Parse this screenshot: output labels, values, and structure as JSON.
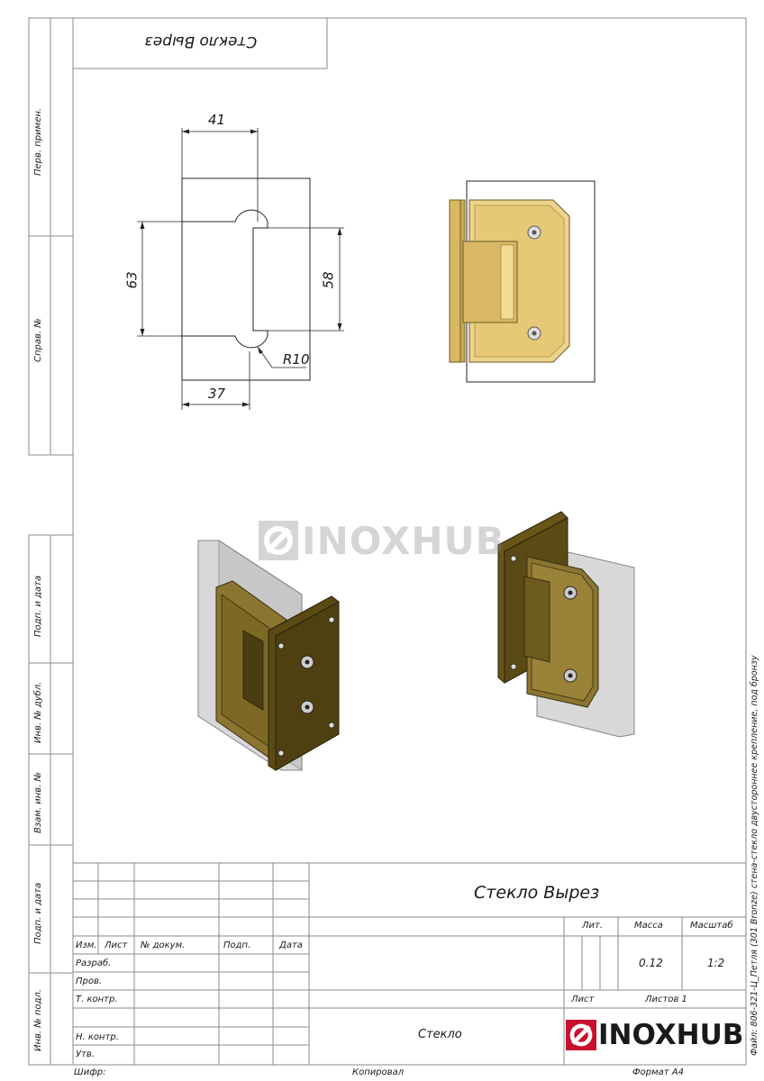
{
  "sheet": {
    "top_label": "Стекло Вырез",
    "title": "Стекло Вырез",
    "material": "Стекло",
    "footer_file": "Файл: 806-321-Ц_Петля (301 Bronze) стена-стекло двустороннее крепление, под бронзу",
    "footer_code": "Шифр:",
    "footer_copied": "Копировал",
    "footer_format": "Формат А4"
  },
  "side_strip": {
    "perv_primen": "Перв. примен.",
    "sprav_no": "Справ. №",
    "podp_data_1": "Подп. и дата",
    "inv_dubl": "Инв. № дубл.",
    "vzam_inv": "Взам. инв. №",
    "podp_data_2": "Подп. и дата",
    "inv_podl": "Инв. № подл."
  },
  "title_block": {
    "col_izm": "Изм.",
    "col_list": "Лист",
    "col_doc": "№ докум.",
    "col_podp": "Подп.",
    "col_data": "Дата",
    "row_razrab": "Разраб.",
    "row_prov": "Пров.",
    "row_tkontr": "Т. контр.",
    "row_nkontr": "Н. контр.",
    "row_utv": "Утв.",
    "lit_label": "Лит.",
    "mass_label": "Масса",
    "scale_label": "Масштаб",
    "mass_value": "0.12",
    "scale_value": "1:2",
    "sheet_label": "Лист",
    "sheets_label": "Листов 1"
  },
  "dimensions": {
    "d41": "41",
    "d63": "63",
    "d58": "58",
    "r10": "R10",
    "d37": "37"
  },
  "watermark": "INOXHUB",
  "logo_text": "INOXHUB",
  "colors": {
    "gold": "#d8b860",
    "bronze": "#6e5a1c",
    "glass": "#c9c9c9",
    "line": "#1a1a1a"
  }
}
